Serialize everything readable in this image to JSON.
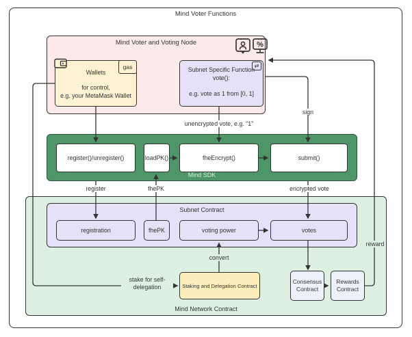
{
  "title": "Mind Voter Functions",
  "voting_node": {
    "title": "Mind Voter and Voting Node",
    "wallets": {
      "title": "Wallets",
      "line1": "for control,",
      "line2": "e.g. your MetaMask Wallet",
      "badge": "gas"
    },
    "subnet_fn": {
      "line1": "Subnet Specific Function",
      "line2": "vote():",
      "line3": "e.g. vote as 1 from [0, 1]"
    }
  },
  "sdk": {
    "label": "Mind SDK",
    "boxes": [
      "register()/unregister()",
      "loadPK()",
      "fheEncrypt()",
      "submit()"
    ]
  },
  "network": {
    "label": "Mind Network Contract",
    "subnet": {
      "title": "Subnet Contract",
      "boxes": [
        "registration",
        "fhePK",
        "voting power",
        "votes"
      ]
    },
    "staking": "Staking and Delegation Contract",
    "consensus": "Consensus Contract",
    "rewards": "Rewards Contract"
  },
  "edges": {
    "unencrypted": "unencrypted vote, e.g. \"1\"",
    "sign": "sign",
    "register": "register",
    "fhepk": "fhePK",
    "encrypted": "encrypted vote",
    "convert": "convert",
    "stake": "stake for self-delegation",
    "reward": "reward"
  },
  "icons": {
    "user_speech": "user-speech-bubble",
    "monitor_percent": "monitor-percent",
    "wallet": "wallet",
    "swap": "swap-arrows",
    "percent_glyph": "%",
    "swap_glyph": "⇄"
  },
  "colors": {
    "pink": "#fce9e9",
    "cream": "#fdf3d2",
    "lavender": "#e6e1f8",
    "green": "#4e9668",
    "light_green": "#def0e2",
    "contract": "#eef1fa",
    "line": "#333333"
  }
}
